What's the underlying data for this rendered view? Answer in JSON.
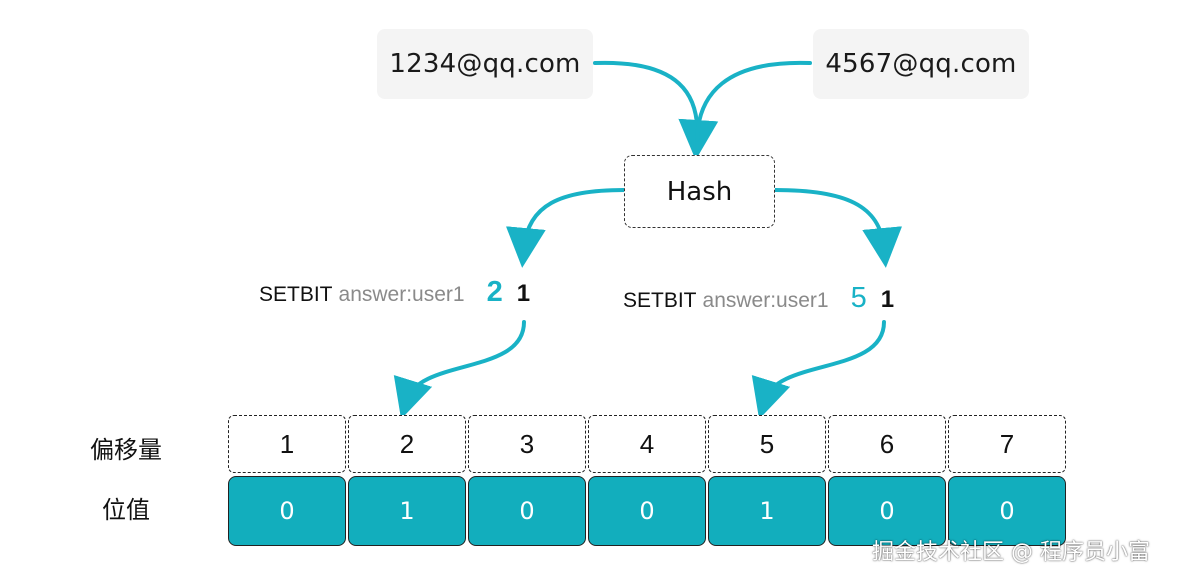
{
  "inputs": [
    "1234@qq.com",
    "4567@qq.com"
  ],
  "hash_label": "Hash",
  "commands": [
    {
      "keyword": "SETBIT",
      "key": "answer:user1",
      "offset": "2",
      "value": "1"
    },
    {
      "keyword": "SETBIT",
      "key": "answer:user1",
      "offset": "5",
      "value": "1"
    }
  ],
  "row_labels": {
    "offset": "偏移量",
    "bit": "位值"
  },
  "offsets": [
    "1",
    "2",
    "3",
    "4",
    "5",
    "6",
    "7"
  ],
  "bits": [
    "0",
    "1",
    "0",
    "0",
    "1",
    "0",
    "0"
  ],
  "watermark": "掘金技术社区 @ 程序员小富",
  "colors": {
    "accent": "#19b2c6",
    "cell_fill": "#12aebd",
    "key_gray": "#8a8a8a",
    "email_bg": "#f4f4f4"
  }
}
